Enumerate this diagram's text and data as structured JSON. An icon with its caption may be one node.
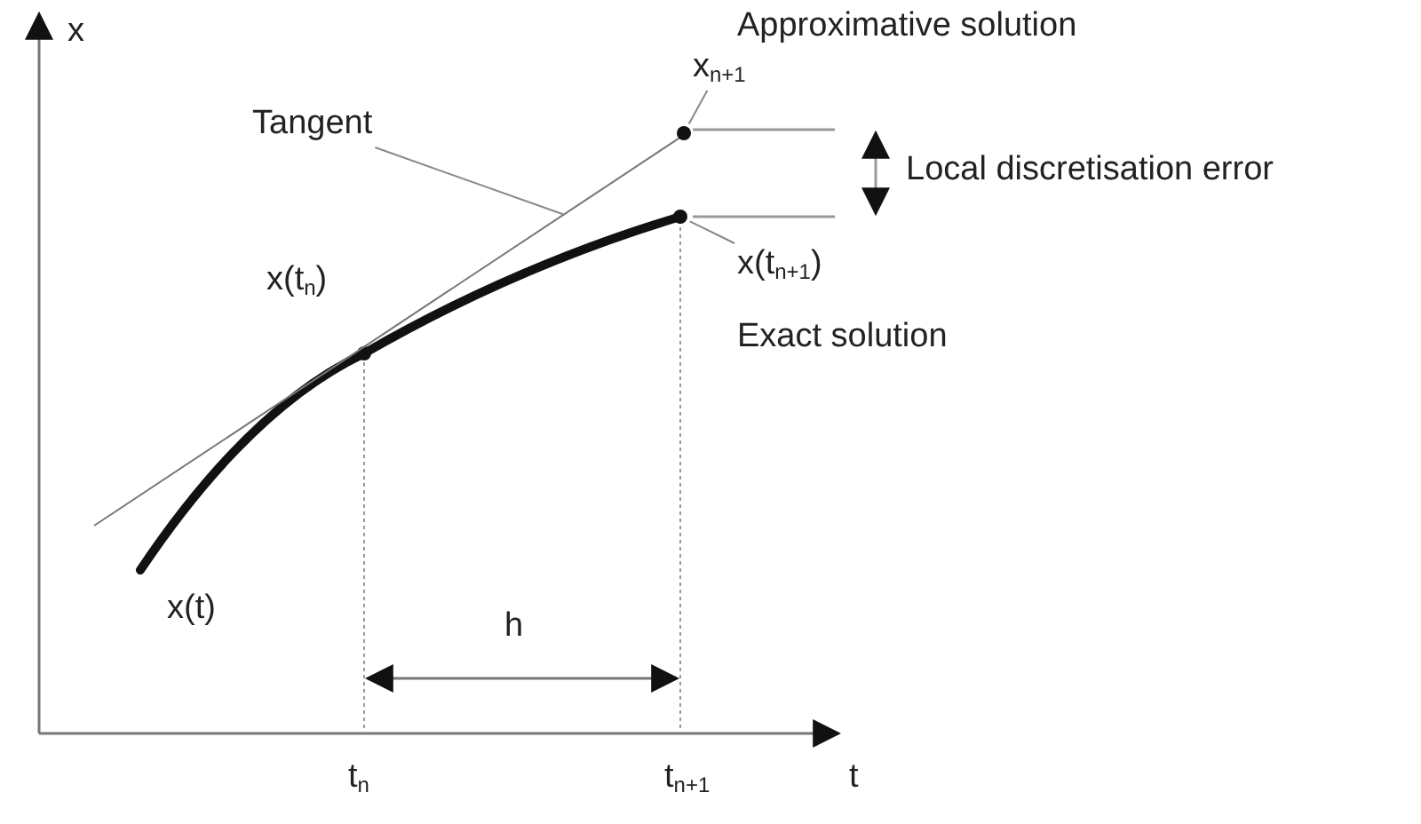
{
  "diagram": {
    "nodes": [
      {
        "text": [
          "Tangent"
        ]
      },
      {
        "text": [],
        "shape": "line"
      },
      {
        "text": [
          "x$_{n+1}$"
        ]
      },
      {
        "text": [],
        "shape": "circle"
      },
      {
        "text": [
          "x(t$_{n+1}$)"
        ]
      },
      {
        "text": [],
        "shape": "circle"
      }
    ],
    "edges": [
      {
        "from": 0,
        "to": 1,
        "arrow": "none"
      },
      {
        "from": 2,
        "to": 3,
        "arrow": "none"
      },
      {
        "from": 4,
        "to": 5,
        "arrow": "none"
      }
    ],
    "labels": [
      "x",
      "Approximative solution",
      "Local discretisation error",
      "Exact solution",
      "x(t$_{n}$)",
      "x(t)",
      "h",
      "t$_{n}$",
      "t$_{n+1}$",
      "t"
    ]
  }
}
